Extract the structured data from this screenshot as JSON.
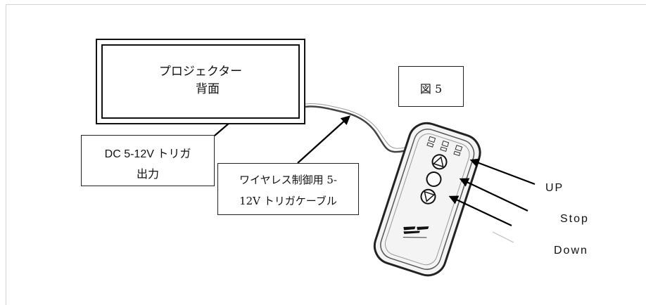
{
  "projector": {
    "line1": "プロジェクター",
    "line2": "背面"
  },
  "figure_label": "図 5",
  "dc_trigger": {
    "line1": "DC 5-12V トリガ",
    "line2": "出力"
  },
  "wireless_cable": {
    "line1": "ワイヤレス制御用 5-",
    "line2": "12V トリガケーブル"
  },
  "remote_buttons": {
    "up": "UP",
    "stop": "Stop",
    "down": "Down"
  },
  "icons": [
    "arrow-icon",
    "remote-control-icon",
    "up-triangle-icon",
    "down-triangle-icon",
    "stop-circle-icon",
    "led-indicator-icon",
    "brand-logo-icon"
  ]
}
